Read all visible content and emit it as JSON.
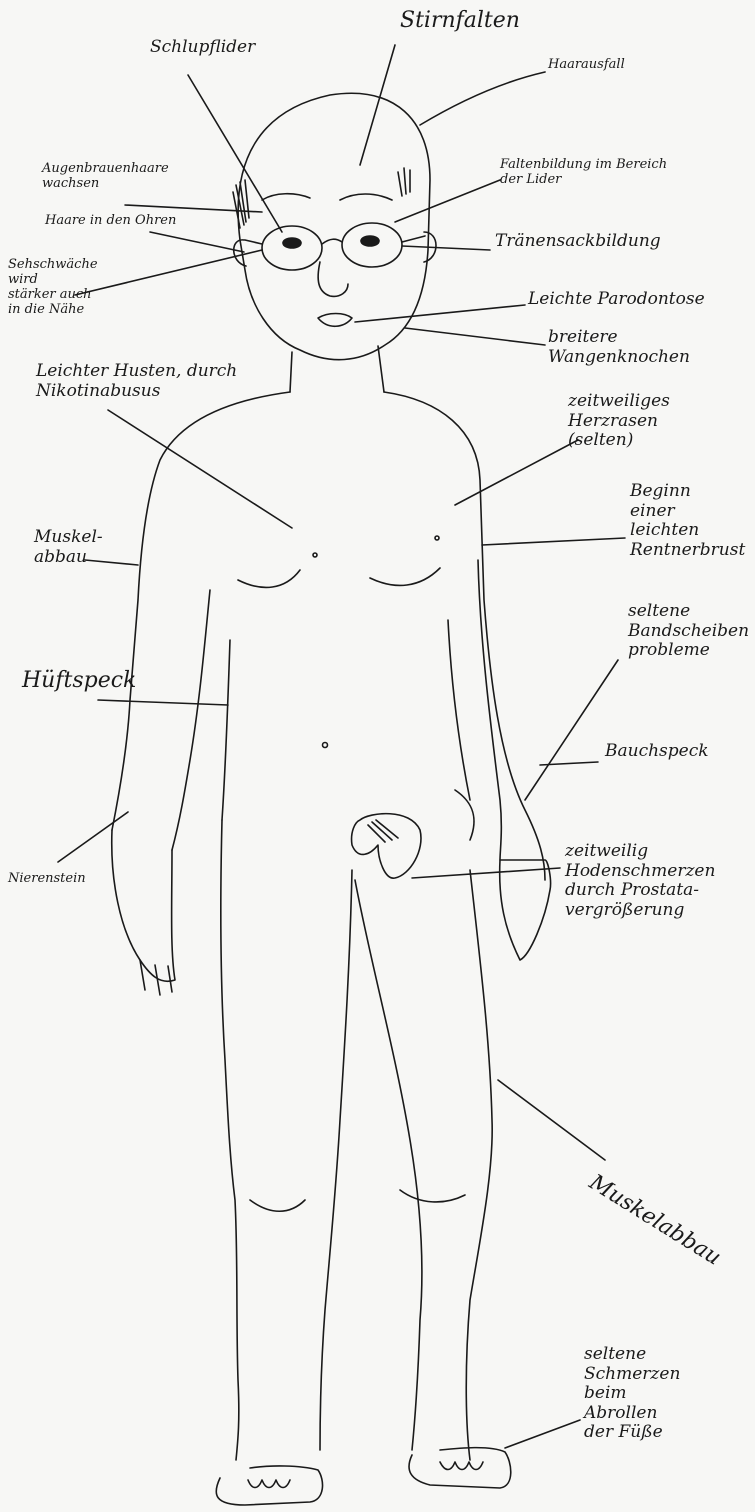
{
  "colors": {
    "ink": "#1a1a1a",
    "paper": "#f7f7f5"
  },
  "labels": {
    "stirnfalten": "Stirnfalten",
    "schlupflider": "Schlupflider",
    "haarausfall": "Haarausfall",
    "augenbrauen": "Augenbrauenhaare\nwachsen",
    "faltenbildung": "Faltenbildung im Bereich\nder Lider",
    "ohrhaare": "Haare in den Ohren",
    "sehschwaeche": "Sehschwäche\nwird\nstärker auch\nin die Nähe",
    "traenensack": "Tränensackbildung",
    "parodontose": "Leichte Parodontose",
    "wangenknochen": "breitere\nWangenknochen",
    "husten": "Leichter Husten, durch\nNikotinabusus",
    "herzrasen": "zeitweiliges\nHerzrasen\n(selten)",
    "rentnerbrust": "Beginn\neiner\nleichten\nRentnerbrust",
    "muskelabbau1": "Muskel-\nabbau",
    "bandscheiben": "seltene\nBandscheiben\nprobleme",
    "hueftspeck": "Hüftspeck",
    "bauchspeck": "Bauchspeck",
    "nierenstein": "Nierenstein",
    "hodenschmerzen": "zeitweilig\nHodenschmerzen\ndurch Prostata-\nvergrößerung",
    "muskelabbau2": "Muskelabbau",
    "fuesse": "seltene\nSchmerzen\nbeim\nAbrollen\nder Füße"
  }
}
